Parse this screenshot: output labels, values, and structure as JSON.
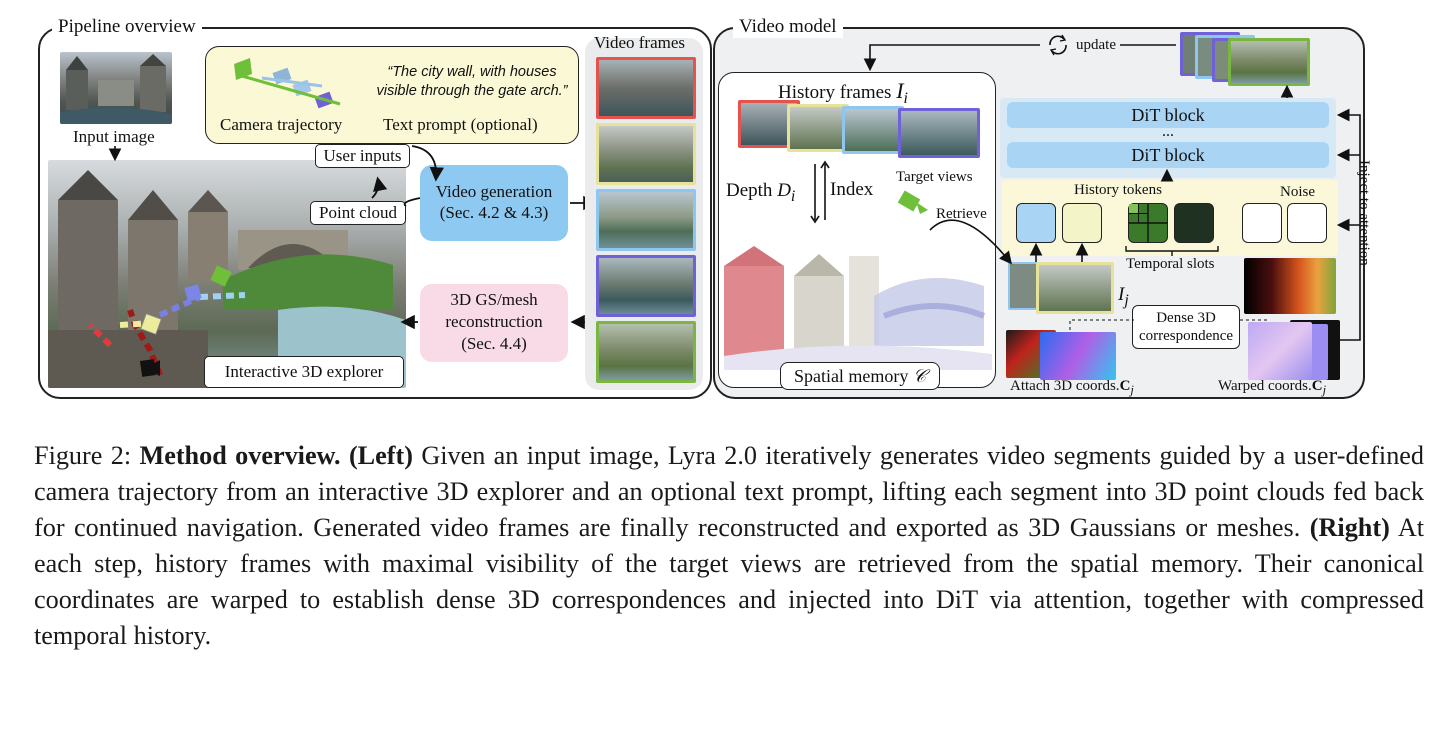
{
  "figure": {
    "left_panel": {
      "title": "Pipeline overview",
      "input_image_label": "Input image",
      "camera_trajectory_label": "Camera trajectory",
      "text_prompt_quote": "“The city wall, with houses visible through the gate arch.”",
      "text_prompt_label": "Text prompt (optional)",
      "user_inputs_label": "User inputs",
      "point_cloud_label": "Point cloud",
      "video_generation_line1": "Video generation",
      "video_generation_line2": "(Sec. 4.2 & 4.3)",
      "reconstruction_line1": "3D GS/mesh",
      "reconstruction_line2": "reconstruction",
      "reconstruction_line3": "(Sec. 4.4)",
      "explorer_label": "Interactive 3D explorer",
      "video_frames_label": "Video frames"
    },
    "right_panel": {
      "title": "Video model",
      "update_label": "update",
      "dit_block_label": "DiT block",
      "dit_ellipsis": "...",
      "history_frames_label": "History frames",
      "history_frames_symbol": "I",
      "history_frames_sub": "i",
      "depth_label": "Depth",
      "depth_symbol": "D",
      "depth_sub": "i",
      "index_label": "Index",
      "target_views_label": "Target views",
      "retrieve_label": "Retrieve",
      "history_tokens_label": "History tokens",
      "noise_label": "Noise",
      "temporal_slots_label": "Temporal slots",
      "inject_label": "Inject to attention",
      "ij_symbol": "I",
      "ij_sub": "j",
      "dense_line1": "Dense 3D",
      "dense_line2": "correspondence",
      "spatial_memory_label": "Spatial memory",
      "spatial_memory_symbol": "𝒞",
      "attach_label": "Attach 3D coords.",
      "attach_symbol": "C",
      "attach_sub": "j",
      "warped_label": "Warped coords.",
      "warped_symbol": "C",
      "warped_sub": "j"
    }
  },
  "caption": {
    "prefix": "Figure 2:",
    "bold_title": "Method overview.",
    "left_tag": "(Left)",
    "left_text": "Given an input image, Lyra 2.0 iteratively generates video segments guided by a user-defined camera trajectory from an interactive 3D explorer and an optional text prompt, lifting each segment into 3D point clouds fed back for continued navigation. Generated video frames are finally reconstructed and exported as 3D Gaussians or meshes.",
    "right_tag": "(Right)",
    "right_text": "At each step, history frames with maximal visibility of the target views are retrieved from the spatial memory. Their canonical coordinates are warped to establish dense 3D correspondences and injected into DiT via attention, together with compressed temporal history."
  },
  "colors": {
    "frame_red": "#e4534d",
    "frame_yellow": "#e6e29a",
    "frame_blue": "#8fc6ee",
    "frame_purple": "#6f62d6",
    "frame_green": "#7bb542",
    "video_gen_fill": "#8ec9f2",
    "recon_fill": "#f8dbe6",
    "prompt_fill": "#fbf8d6",
    "dit_fill": "#a9d4f4",
    "tokens_fill": "#fbf8d9",
    "right_panel_fill": "#eef0f2"
  }
}
